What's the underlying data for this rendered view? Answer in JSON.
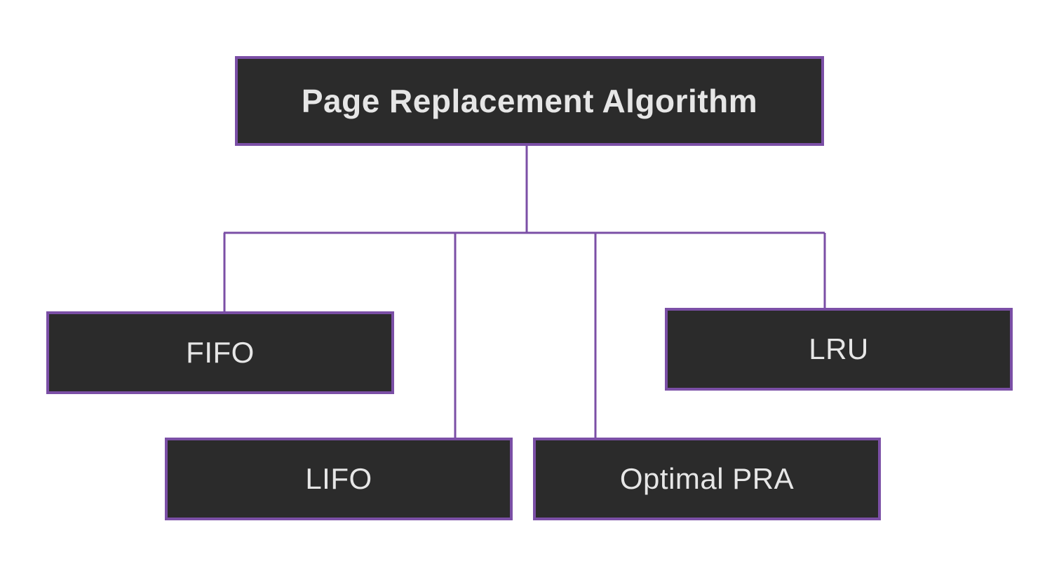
{
  "diagram": {
    "colors": {
      "node_fill": "#2b2b2b",
      "node_border": "#7b4fa6",
      "connector": "#7b4fa6",
      "text": "#e6e6e6",
      "background": "#ffffff"
    },
    "root": {
      "label": "Page Replacement Algorithm"
    },
    "children": [
      {
        "id": "fifo",
        "label": "FIFO"
      },
      {
        "id": "lifo",
        "label": "LIFO"
      },
      {
        "id": "optimal",
        "label": "Optimal PRA"
      },
      {
        "id": "lru",
        "label": "LRU"
      }
    ]
  }
}
